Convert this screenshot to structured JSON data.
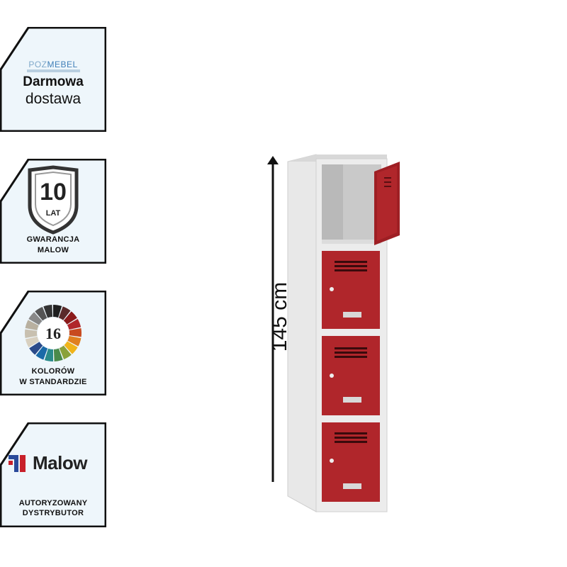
{
  "badges": {
    "delivery": {
      "logo_brand_left": "POZ",
      "logo_brand_right": "MEBEL",
      "line1": "Darmowa",
      "line2": "dostawa"
    },
    "warranty": {
      "number": "10",
      "unit": "LAT",
      "line1": "GWARANCJA",
      "line2": "MALOW"
    },
    "colors": {
      "number": "16",
      "line1": "KOLORÓW",
      "line2": "W STANDARDZIE"
    },
    "malow": {
      "brand": "Malow",
      "line1": "AUTORYZOWANY",
      "line2": "DYSTRYBUTOR"
    }
  },
  "product": {
    "height_label": "145 cm",
    "door_color": "#b0262b",
    "body_color": "#e6e6e6",
    "compartments": 4,
    "open_compartments": 1
  },
  "color_wheel": [
    "#1f1f1f",
    "#5a2a2a",
    "#8b1a1a",
    "#b0262b",
    "#c84a1f",
    "#e0801f",
    "#f0b419",
    "#8aa13a",
    "#4a8a4a",
    "#2a8a8a",
    "#1a6aa8",
    "#2a4a8a",
    "#d8d0c0",
    "#c8c0b0",
    "#b8b0a0",
    "#888888",
    "#555555",
    "#333333"
  ]
}
